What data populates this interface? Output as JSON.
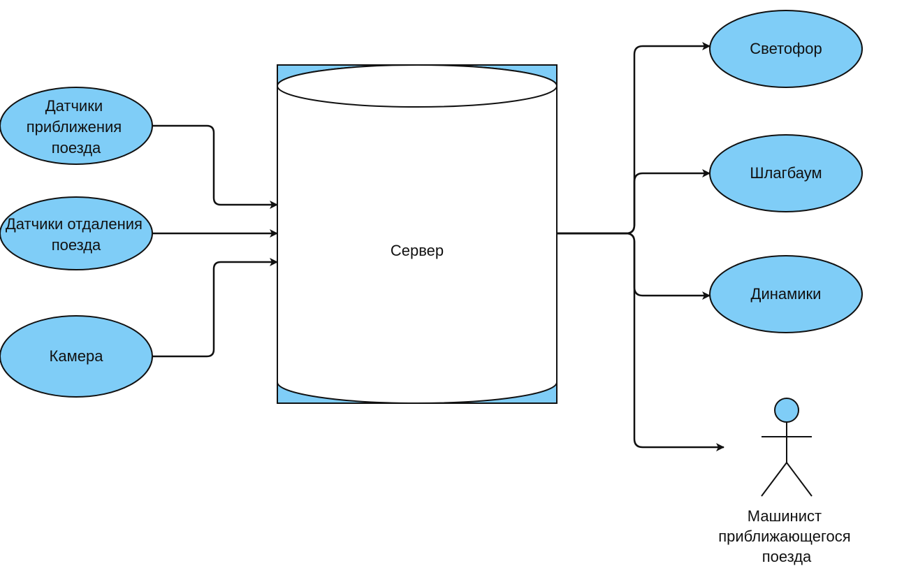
{
  "colors": {
    "node_fill": "#7fcdf7",
    "node_stroke": "#111111",
    "server_fill": "#ffffff",
    "server_corner_fill": "#7fcdf7",
    "connector": "#111111"
  },
  "inputs": [
    {
      "id": "approach-sensors",
      "lines": [
        "Датчики",
        "приближения",
        "поезда"
      ]
    },
    {
      "id": "departure-sensors",
      "lines": [
        "Датчики отдаления",
        "поезда"
      ]
    },
    {
      "id": "camera",
      "lines": [
        "Камера"
      ]
    }
  ],
  "server": {
    "label": "Сервер"
  },
  "outputs": [
    {
      "id": "traffic-light",
      "lines": [
        "Светофор"
      ]
    },
    {
      "id": "barrier",
      "lines": [
        "Шлагбаум"
      ]
    },
    {
      "id": "speakers",
      "lines": [
        "Динамики"
      ]
    }
  ],
  "actor": {
    "lines": [
      "Машинист",
      "приближающегося",
      "поезда"
    ]
  }
}
